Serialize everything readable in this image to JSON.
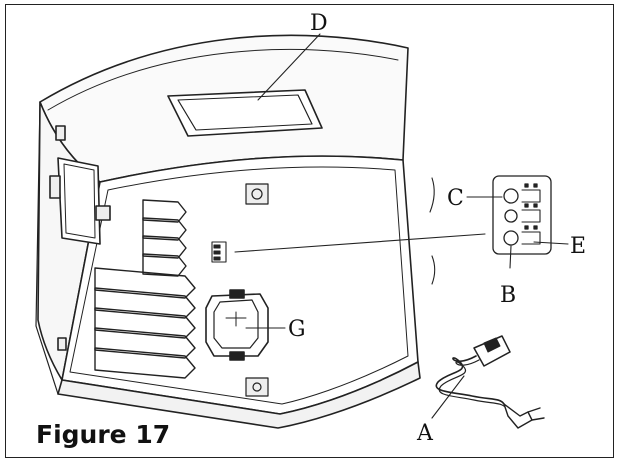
{
  "figure": {
    "caption": "Figure 17",
    "callouts": {
      "a": "A",
      "b": "B",
      "c": "C",
      "d": "D",
      "e": "E",
      "g": "G"
    }
  }
}
